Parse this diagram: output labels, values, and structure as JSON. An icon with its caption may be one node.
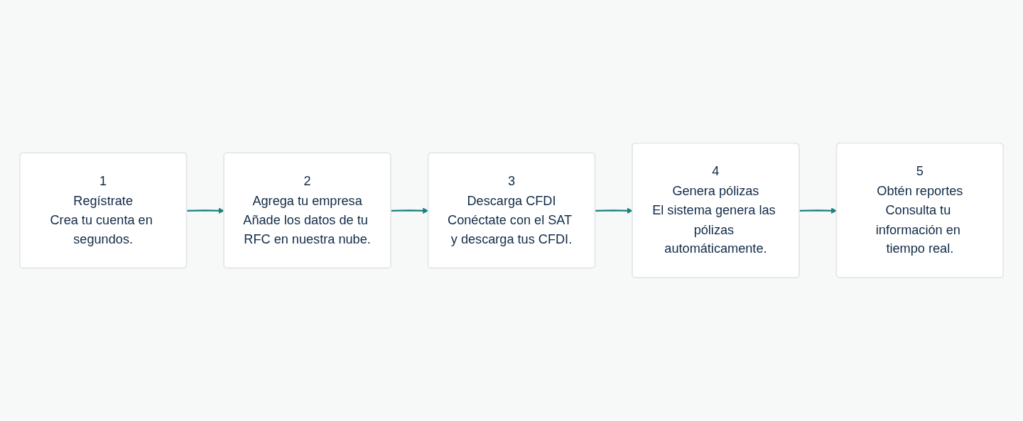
{
  "diagram": {
    "nodes": [
      {
        "text": [
          "1",
          "Regístrate",
          "Crea tu cuenta en segundos."
        ]
      },
      {
        "text": [
          "2",
          "Agrega tu empresa",
          "Añade los datos de tu RFC en nuestra nube."
        ]
      },
      {
        "text": [
          "3",
          "Descarga CFDI",
          "Conéctate con el SAT y descarga tus CFDI."
        ]
      },
      {
        "text": [
          "4",
          "Genera pólizas",
          "El sistema genera las pólizas automáticamente."
        ]
      },
      {
        "text": [
          "5",
          "Obtén reportes",
          "Consulta tu información en tiempo real."
        ]
      }
    ],
    "edges": [
      {
        "from": 0,
        "to": 1,
        "arrow": "to"
      },
      {
        "from": 1,
        "to": 2,
        "arrow": "to"
      },
      {
        "from": 2,
        "to": 3,
        "arrow": "to"
      },
      {
        "from": 3,
        "to": 4,
        "arrow": "to"
      }
    ]
  }
}
